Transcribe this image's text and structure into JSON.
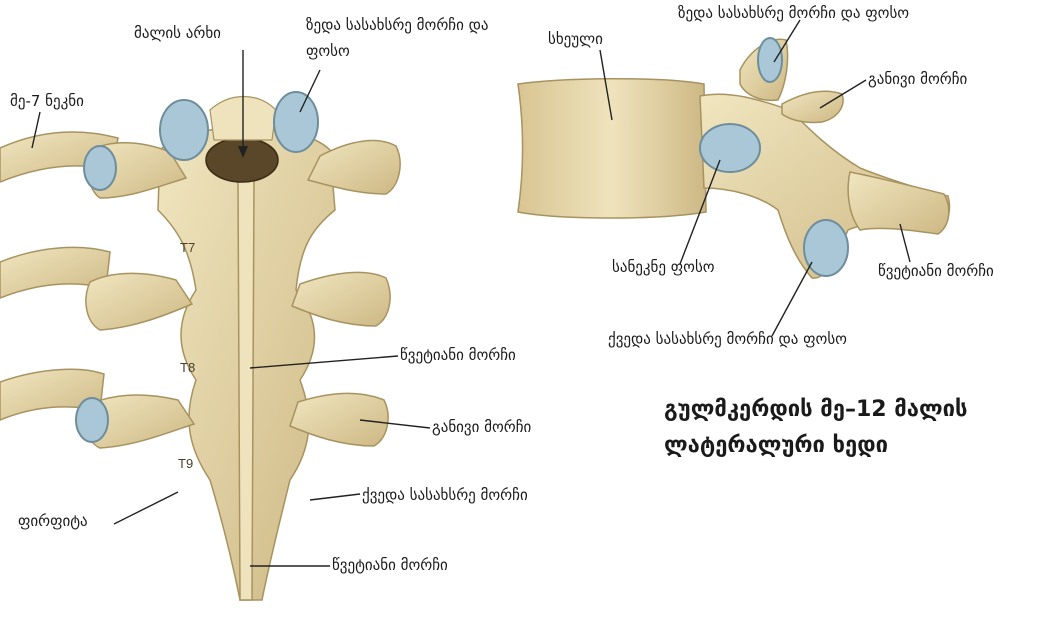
{
  "posterior_view": {
    "labels": {
      "vertebral_foramen": "მალის არხი",
      "superior_articular_process_and_facet": "ზედა სასახსრე მორჩი და ფოსო",
      "seventh_rib": "მე-7 ნეკნი",
      "spinous_process_t8": "წვეტიანი მორჩი",
      "transverse_process": "განივი მორჩი",
      "inferior_articular_process": "ქვედა სასახსრე მორჩი",
      "lamina": "ფირფიტა",
      "spinous_process_t9": "წვეტიანი მორჩი"
    },
    "vertebra_labels": [
      "T7",
      "T8",
      "T9"
    ]
  },
  "lateral_view": {
    "labels": {
      "superior_articular_process_and_facet": "ზედა სასახსრე მორჩი და ფოსო",
      "body": "სხეული",
      "transverse_process": "განივი მორჩი",
      "costal_facet": "სანეკნე ფოსო",
      "spinous_process": "წვეტიანი მორჩი",
      "inferior_articular_process_and_facet": "ქვედა სასახსრე მორჩი და ფოსო"
    },
    "caption": [
      "გულმკერდის მე–12 მალის",
      "ლატერალური ხედი"
    ]
  },
  "colors": {
    "bone": "#e8d9a8",
    "bone_shadow": "#c7b27a",
    "cartilage": "#a9c7d6",
    "leader": "#222222"
  }
}
